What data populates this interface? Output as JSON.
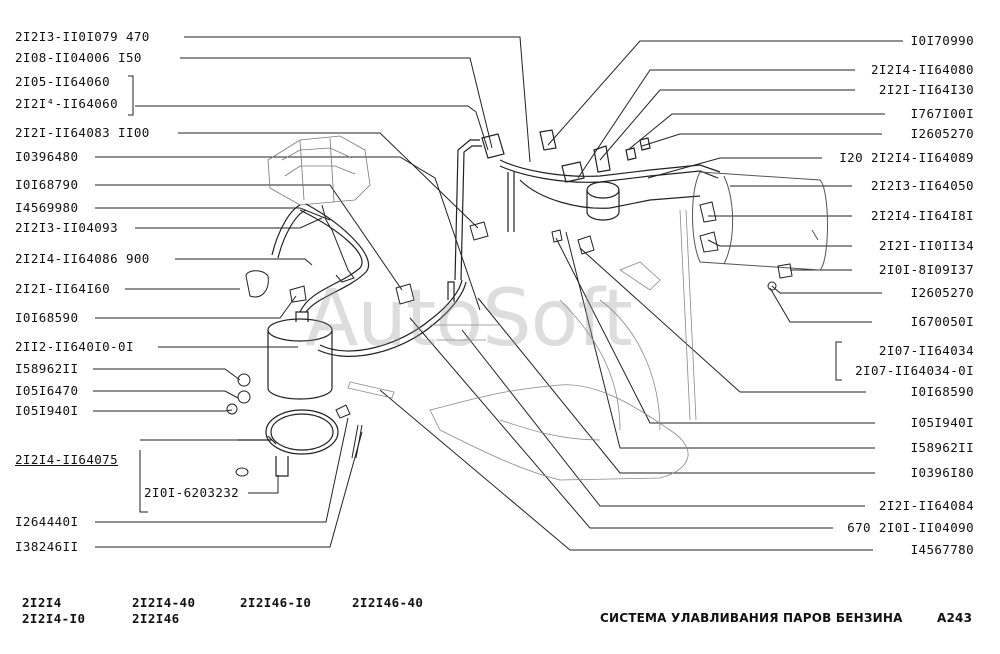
{
  "labels_left": [
    "2I2I3-II0I079 470",
    "2I08-II04006  I50",
    "2I05-II64060",
    "2I2I⁴-II64060",
    "2I2I-II64083 II00",
    "I0396480",
    "I0I68790",
    "I4569980",
    "2I2I3-II04093",
    "2I2I4-II64086 900",
    "2I2I-II64I60",
    "I0I68590",
    "2II2-II640I0-0I",
    "I58962II",
    "I05I6470",
    "I05I940I",
    "2I2I4-II64075",
    "2I0I-6203232",
    "I264440I",
    "I38246II"
  ],
  "labels_right": [
    "I0I70990",
    "2I2I4-II64080",
    "2I2I-II64I30",
    "I767I00I",
    "I2605270",
    "I20 2I2I4-II64089",
    "2I2I3-II64050",
    "2I2I4-II64I8I",
    "2I2I-II0II34",
    "2I0I-8I09I37",
    "I2605270",
    "I670050I",
    "2I07-II64034",
    "2I07-II64034-0I",
    "I0I68590",
    "I05I940I",
    "I58962II",
    "I0396I80",
    "2I2I-II64084",
    "670 2I0I-II04090",
    "I4567780"
  ],
  "footer": {
    "models": [
      "2I2I4",
      "2I2I4-I0",
      "2I2I4-40",
      "2I2I46",
      "2I2I46-I0",
      "2I2I46-40"
    ],
    "title": "СИСТЕМА УЛАВЛИВАНИЯ ПАРОВ БЕНЗИНА",
    "page": "A243"
  },
  "watermark": "AutoSoft"
}
